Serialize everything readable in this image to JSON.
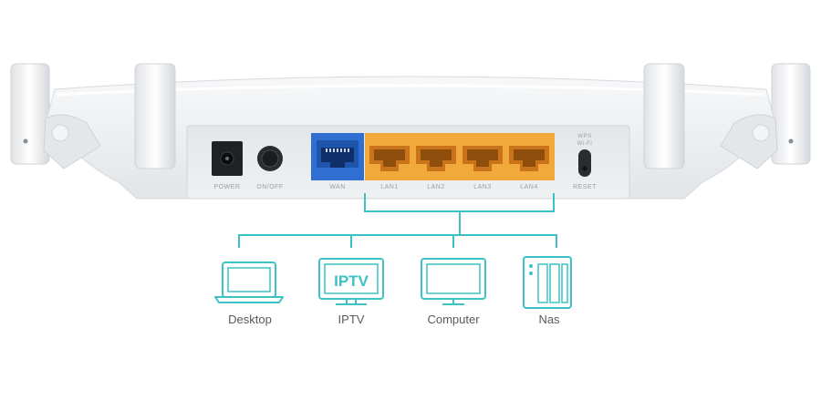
{
  "colors": {
    "accent": "#3cc2c4",
    "wan_port": "#2f6fd1",
    "lan_ports": "#f2a93b",
    "router_body": "#eef0f2"
  },
  "router": {
    "ports": {
      "power": "POWER",
      "onoff": "ON/OFF",
      "wan": "WAN",
      "lan1": "LAN1",
      "lan2": "LAN2",
      "lan3": "LAN3",
      "lan4": "LAN4",
      "wps": "WPS",
      "wifi": "Wi-Fi",
      "reset": "RESET"
    }
  },
  "devices": [
    {
      "label": "Desktop",
      "icon": "laptop-icon"
    },
    {
      "label": "IPTV",
      "icon": "tv-icon",
      "screen_text": "IPTV"
    },
    {
      "label": "Computer",
      "icon": "monitor-icon"
    },
    {
      "label": "Nas",
      "icon": "nas-icon"
    }
  ]
}
